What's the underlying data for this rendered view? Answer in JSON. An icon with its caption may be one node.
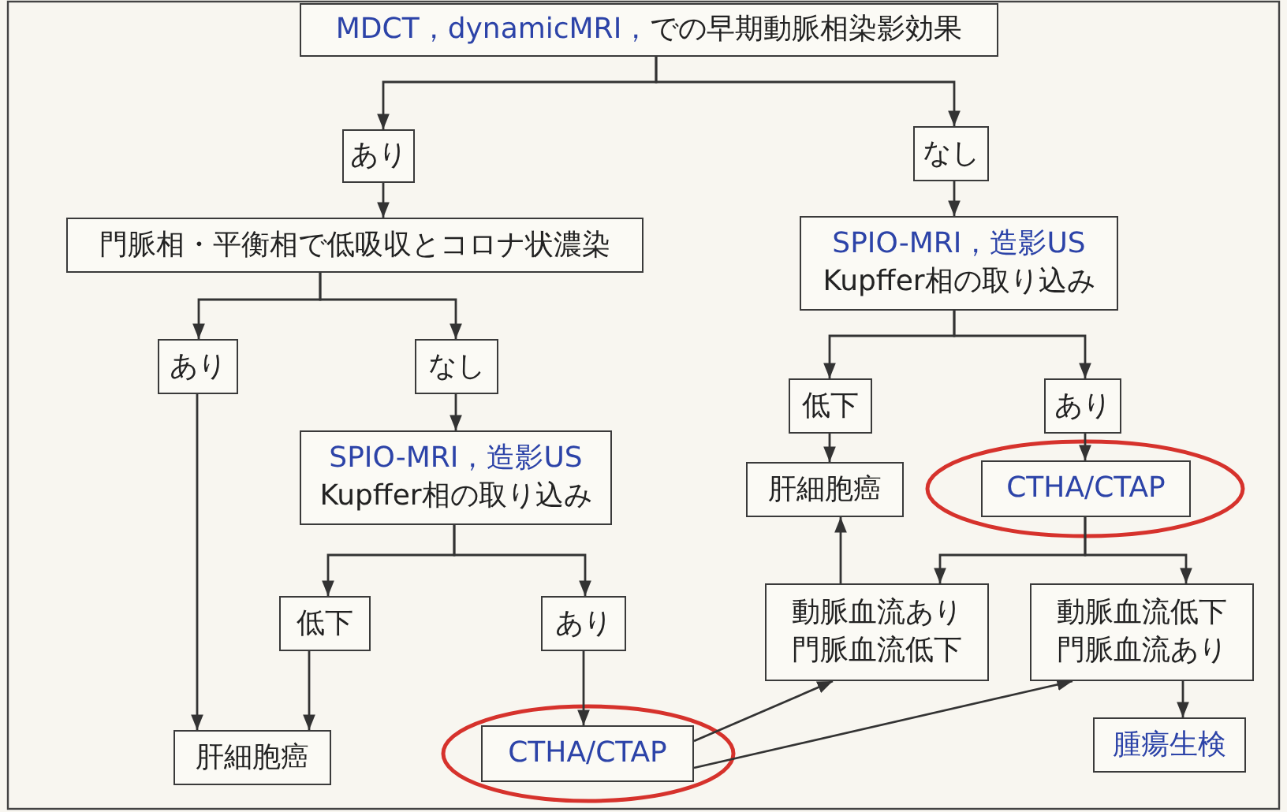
{
  "diagram": {
    "nodes": [
      {
        "text": [
          "MDCT，dynamicMRI，",
          "での早期動脈相染影効果"
        ]
      },
      {
        "text": [
          "あり"
        ]
      },
      {
        "text": [
          "なし"
        ]
      },
      {
        "text": [
          "門脈相・平衡相で低吸収とコロナ状濃染"
        ]
      },
      {
        "text": [
          "SPIO-MRI，造影US",
          "Kupffer相の取り込み"
        ]
      },
      {
        "text": [
          "あり"
        ]
      },
      {
        "text": [
          "なし"
        ]
      },
      {
        "text": [
          "低下"
        ]
      },
      {
        "text": [
          "あり"
        ]
      },
      {
        "text": [
          "SPIO-MRI，造影US",
          "Kupffer相の取り込み"
        ]
      },
      {
        "text": [
          "肝細胞癌"
        ]
      },
      {
        "text": [
          "CTHA/CTAP"
        ]
      },
      {
        "text": [
          "動脈血流あり門脈血流低下"
        ]
      },
      {
        "text": [
          "動脈血流低下門脈血流あり"
        ]
      },
      {
        "text": [
          "低下"
        ]
      },
      {
        "text": [
          "あり"
        ]
      },
      {
        "text": [
          "肝細胞癌"
        ]
      },
      {
        "text": [
          "CTHA/CTAP"
        ]
      },
      {
        "text": [
          "腫瘍生検"
        ]
      }
    ],
    "edges": [
      {
        "from": 0,
        "to": 1,
        "arrow": "to"
      },
      {
        "from": 0,
        "to": 2,
        "arrow": "to"
      },
      {
        "from": 1,
        "to": 3,
        "arrow": "to"
      },
      {
        "from": 2,
        "to": 4,
        "arrow": "to"
      },
      {
        "from": 3,
        "to": 5,
        "arrow": "to"
      },
      {
        "from": 3,
        "to": 6,
        "arrow": "to"
      },
      {
        "from": 4,
        "to": 7,
        "arrow": "to"
      },
      {
        "from": 4,
        "to": 8,
        "arrow": "to"
      },
      {
        "from": 5,
        "to": 16,
        "arrow": "to"
      },
      {
        "from": 6,
        "to": 9,
        "arrow": "to"
      },
      {
        "from": 7,
        "to": 10,
        "arrow": "to"
      },
      {
        "from": 8,
        "to": 11,
        "arrow": "to"
      },
      {
        "from": 9,
        "to": 14,
        "arrow": "to"
      },
      {
        "from": 9,
        "to": 15,
        "arrow": "to"
      },
      {
        "from": 11,
        "to": 12,
        "arrow": "to"
      },
      {
        "from": 11,
        "to": 13,
        "arrow": "to"
      },
      {
        "from": 12,
        "to": 10,
        "arrow": "to"
      },
      {
        "from": 13,
        "to": 18,
        "arrow": "to"
      },
      {
        "from": 14,
        "to": 16,
        "arrow": "to"
      },
      {
        "from": 15,
        "to": 17,
        "arrow": "to"
      },
      {
        "from": 17,
        "to": 12,
        "arrow": "to"
      },
      {
        "from": 17,
        "to": 13,
        "arrow": "to"
      }
    ]
  }
}
